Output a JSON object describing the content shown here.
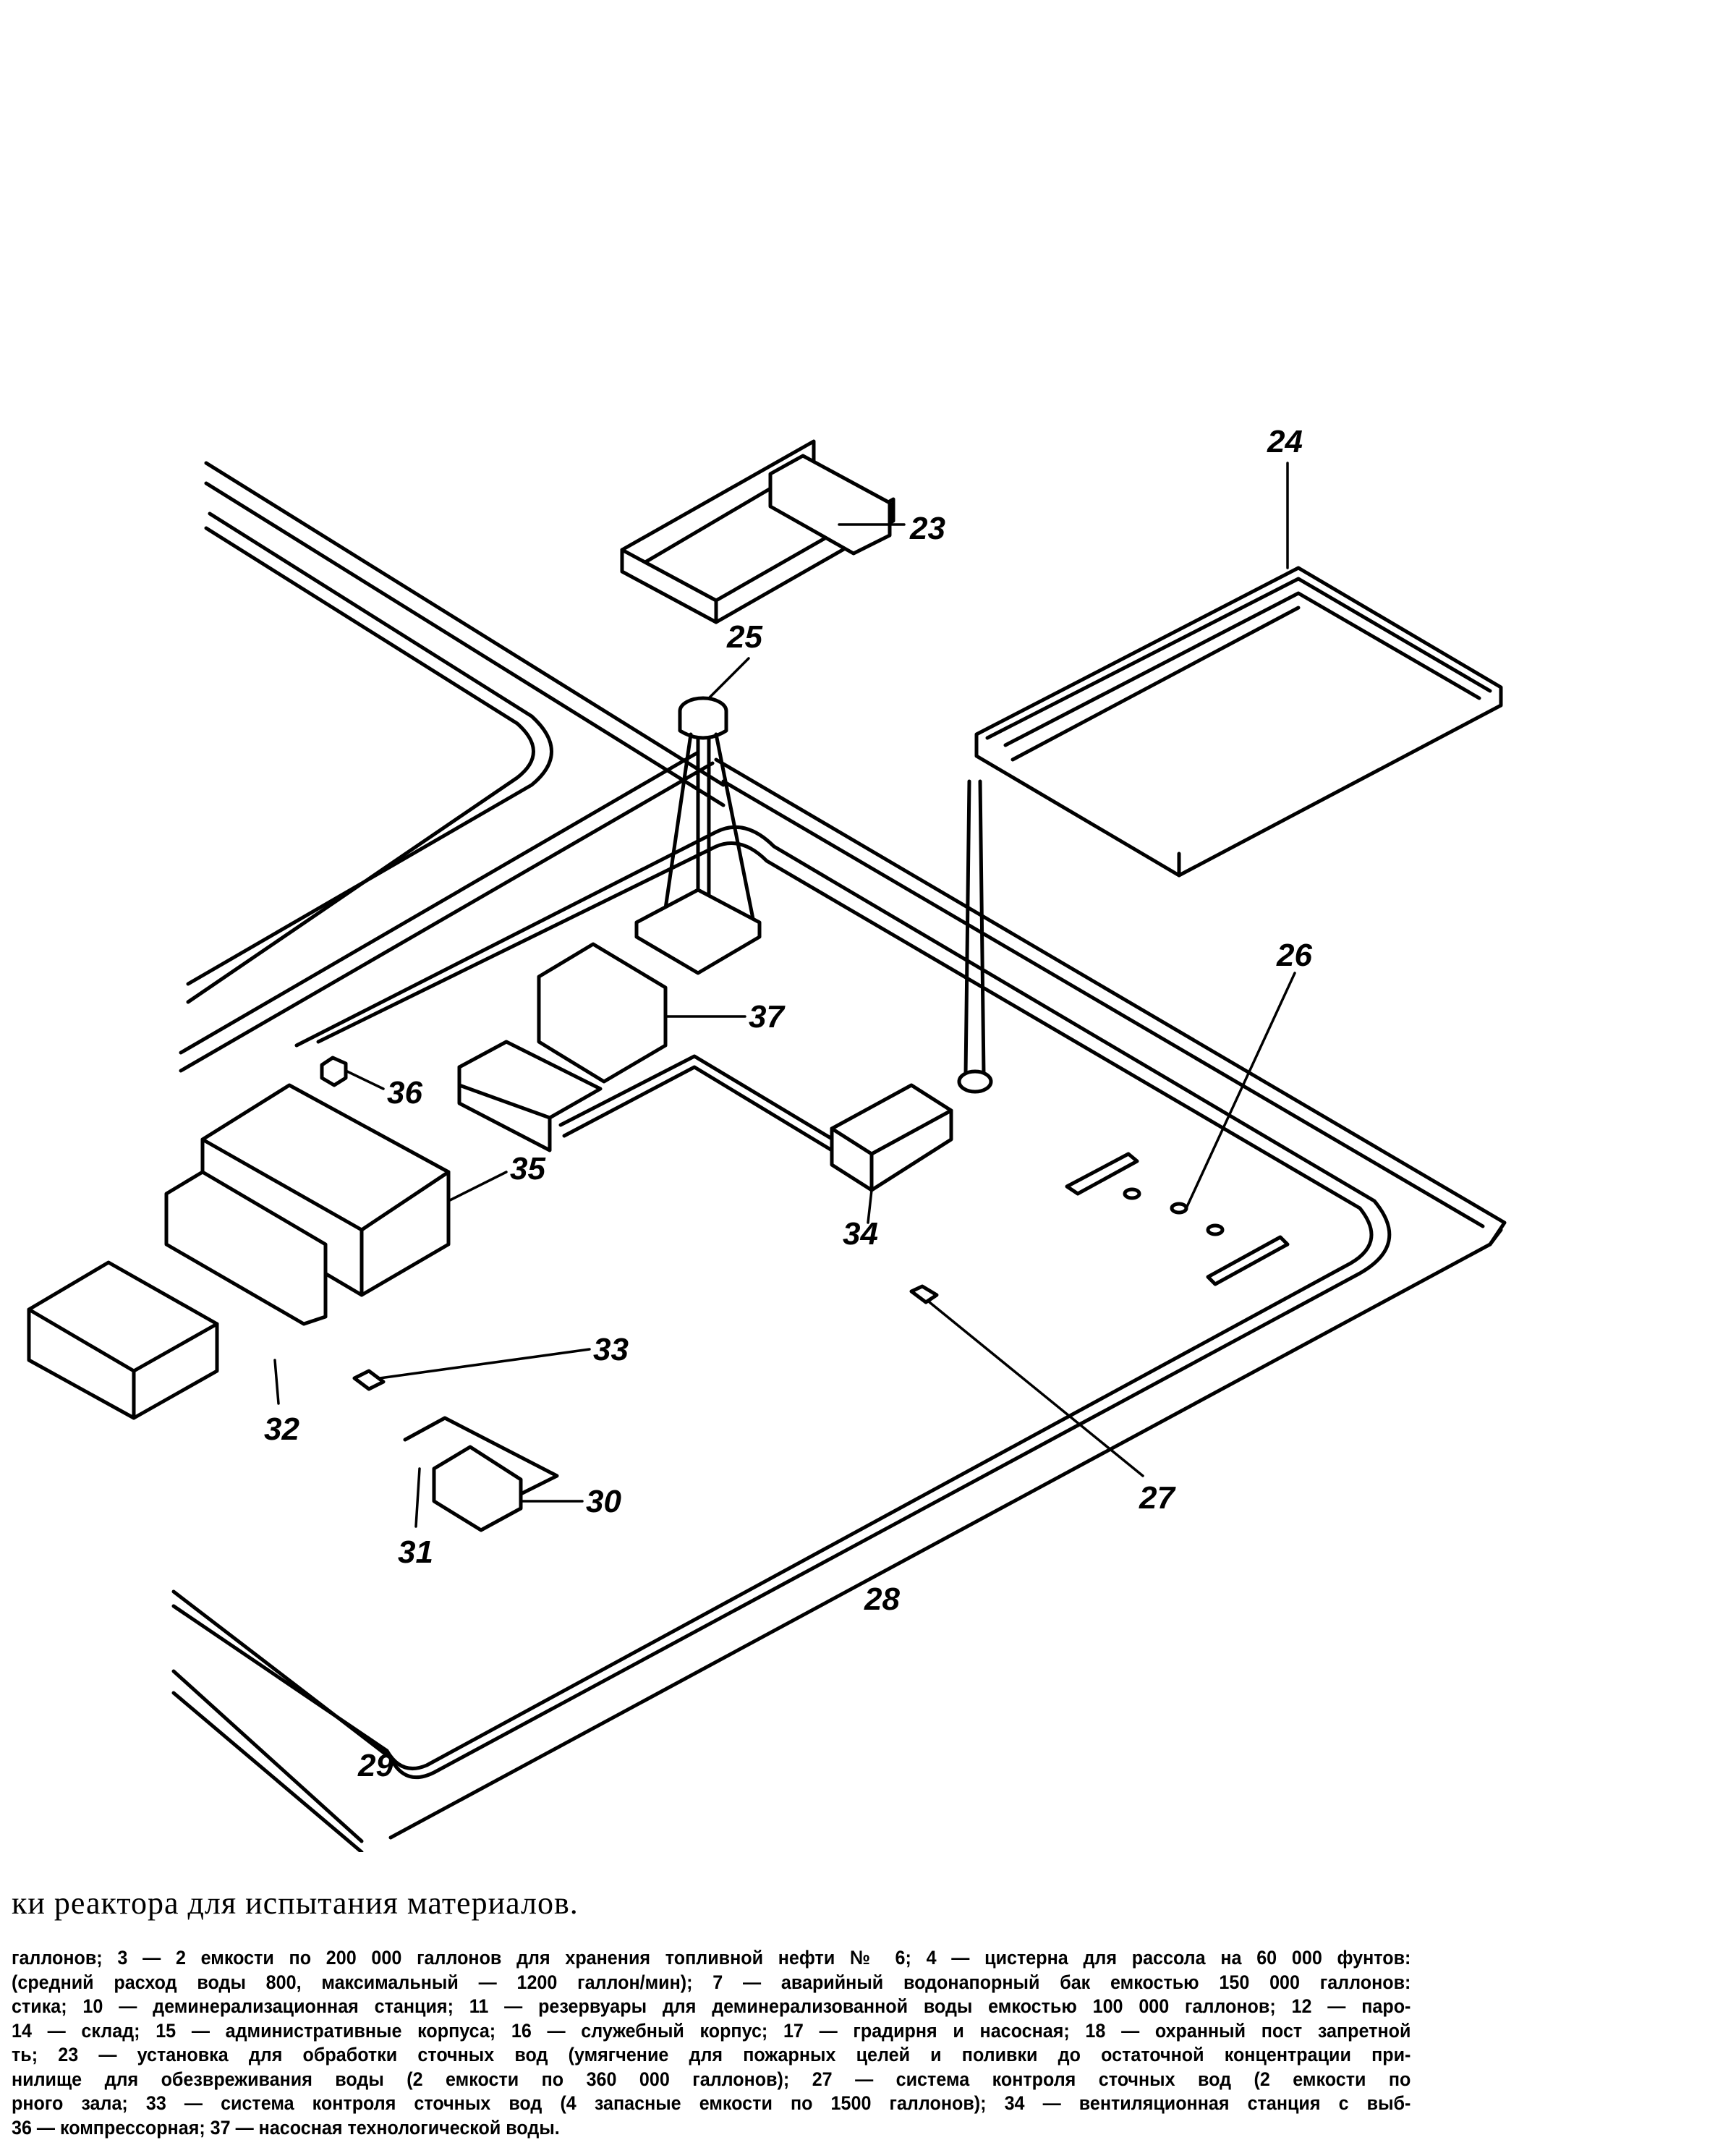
{
  "figure": {
    "labels": {
      "n23": "23",
      "n24": "24",
      "n25": "25",
      "n26": "26",
      "n27": "27",
      "n28": "28",
      "n29": "29",
      "n30": "30",
      "n31": "31",
      "n32": "32",
      "n33": "33",
      "n34": "34",
      "n35": "35",
      "n36": "36",
      "n37": "37"
    }
  },
  "caption": {
    "title": "ки реактора для испытания материалов.",
    "lines": [
      "галлонов; 3 — 2 емкости по 200 000 галлонов для хранения топливной нефти № 6; 4 — цистерна для рассола на 60 000 фунтов:",
      "(средний расход воды 800, максимальный — 1200 галлон/мин); 7 — аварийный водонапорный бак емкостью 150 000 галлонов:",
      "стика; 10 — деминерализационная станция; 11 — резервуары для деминерализованной воды емкостью 100 000 галлонов; 12 — паро-",
      "14 — склад; 15 — административные корпуса; 16 — служебный корпус; 17 — градирня и насосная; 18 — охранный пост запретной",
      "ть; 23 — установка для обработки сточных вод (умягчение для пожарных целей и поливки до остаточной концентрации при-",
      "нилище для обезвреживания воды (2 емкости по 360 000 галлонов); 27 — система контроля сточных вод (2 емкости по",
      "рного зала; 33 — система контроля сточных вод (4 запасные емкости по 1500 галлонов); 34 — вентиляционная станция с выб-",
      "36 — компрессорная; 37 — насосная технологической воды."
    ]
  }
}
